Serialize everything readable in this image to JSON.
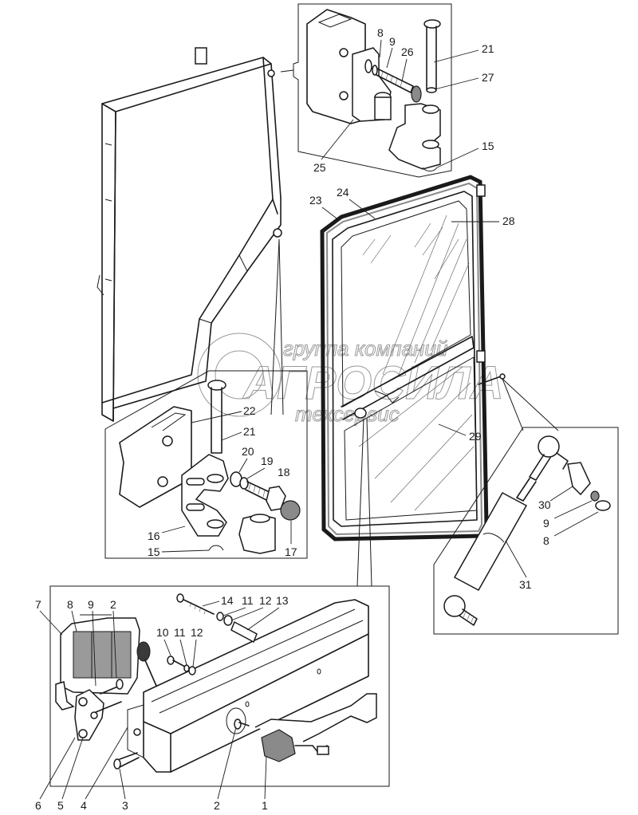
{
  "diagram": {
    "type": "exploded-parts-diagram",
    "subject": "tractor cab door assembly",
    "watermark": {
      "line1": "группа компаний",
      "line2": "АГРОСИЛА",
      "line3": "техсервис"
    },
    "insets": {
      "top_hinge": {
        "callouts": [
          "8",
          "9",
          "26",
          "21",
          "27",
          "15",
          "25"
        ]
      },
      "bottom_hinge": {
        "callouts": [
          "22",
          "21",
          "20",
          "19",
          "18",
          "16",
          "15",
          "17"
        ]
      },
      "gas_strut": {
        "callouts": [
          "30",
          "9",
          "8",
          "31"
        ]
      },
      "door_lock": {
        "top_callouts": [
          "7",
          "8",
          "9",
          "2",
          "14",
          "11",
          "12",
          "13",
          "10",
          "11",
          "12"
        ],
        "bottom_callouts": [
          "6",
          "5",
          "4",
          "3",
          "2",
          "1"
        ]
      }
    },
    "door_callouts": [
      "23",
      "24",
      "28",
      "29"
    ]
  }
}
